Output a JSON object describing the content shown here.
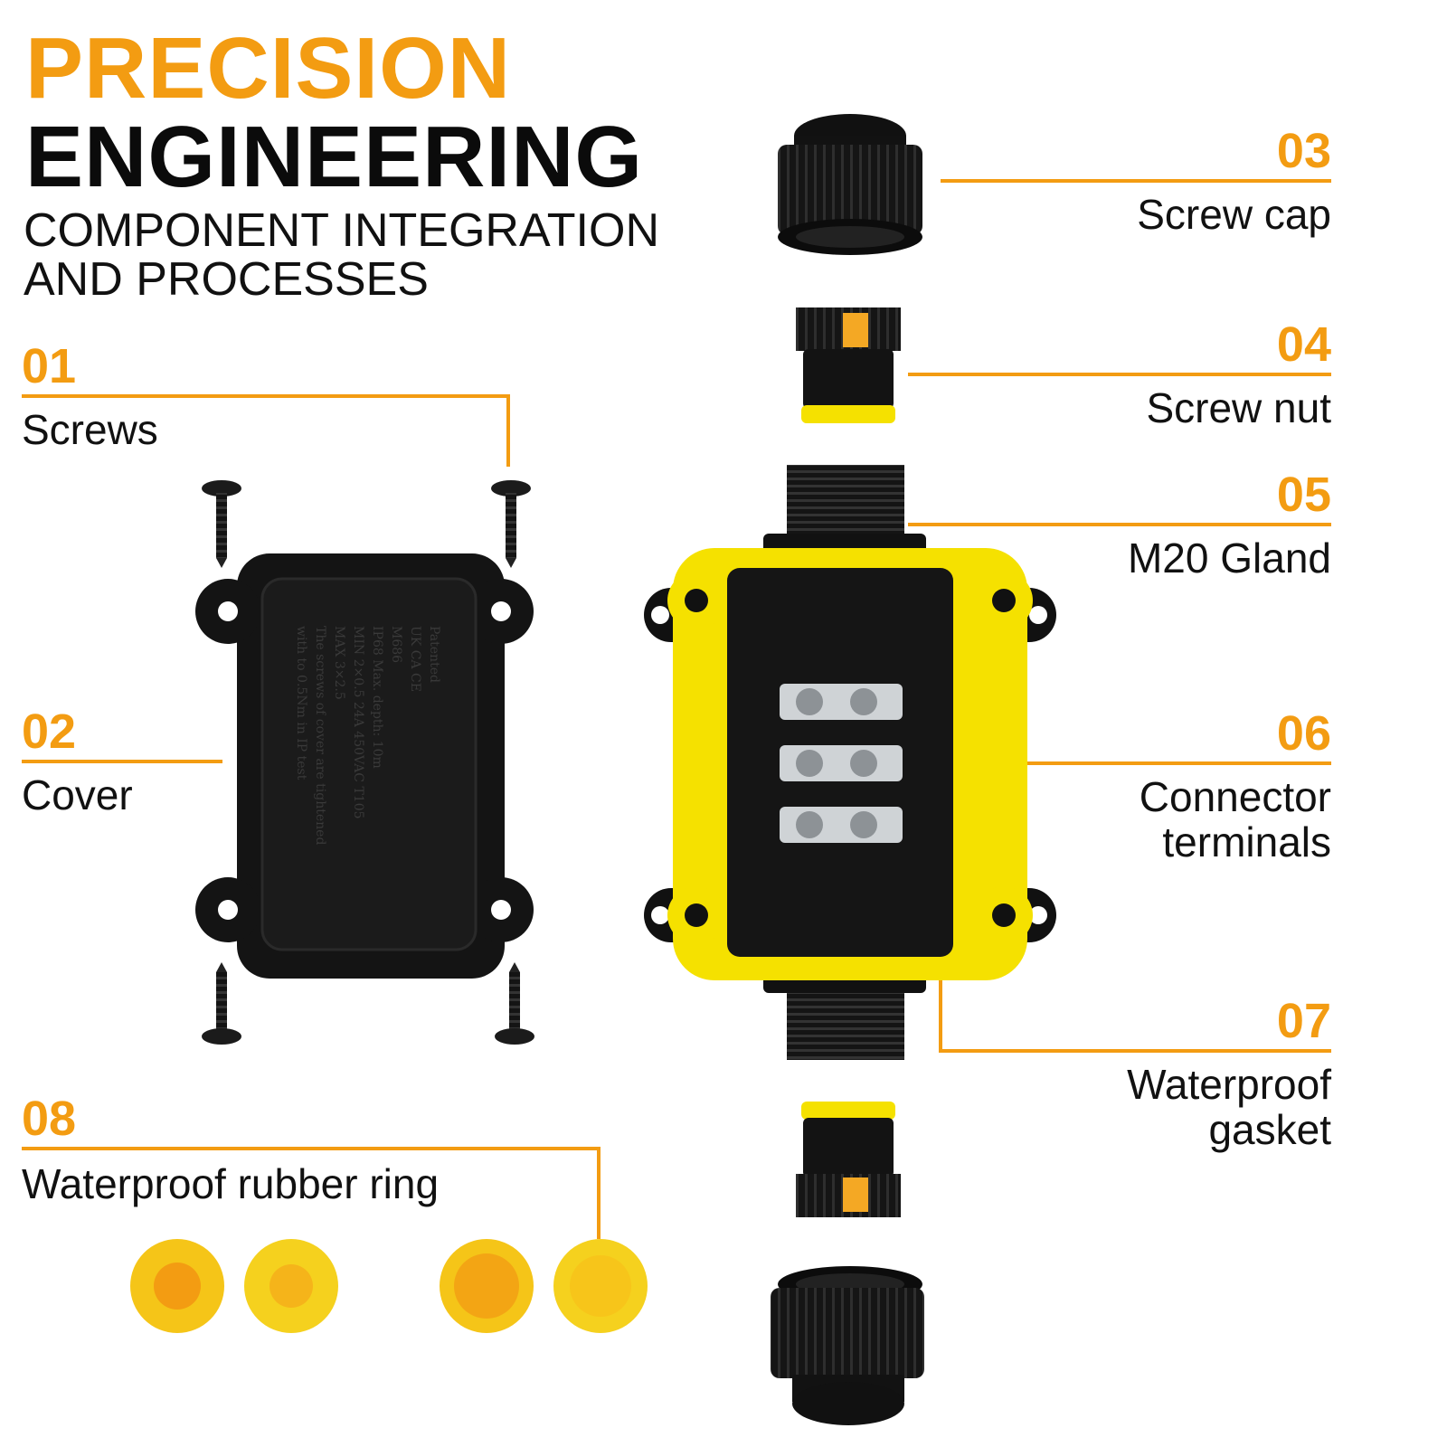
{
  "header": {
    "title_line1": "PRECISION",
    "title_line2": "ENGINEERING",
    "subtitle_line1": "COMPONENT INTEGRATION",
    "subtitle_line2": "AND PROCESSES"
  },
  "callouts": {
    "c01": {
      "num": "01",
      "label": "Screws"
    },
    "c02": {
      "num": "02",
      "label": "Cover"
    },
    "c03": {
      "num": "03",
      "label": "Screw cap"
    },
    "c04": {
      "num": "04",
      "label": "Screw nut"
    },
    "c05": {
      "num": "05",
      "label": "M20 Gland"
    },
    "c06": {
      "num": "06",
      "label_line1": "Connector",
      "label_line2": "terminals"
    },
    "c07": {
      "num": "07",
      "label_line1": "Waterproof",
      "label_line2": "gasket"
    },
    "c08": {
      "num": "08",
      "label": "Waterproof rubber ring"
    }
  },
  "cover_markings": {
    "lines": [
      "Patented",
      "UK CA  CE",
      "M686",
      "IP68  Max. depth: 10m",
      "MIN 2×0.5  24A 450VAC T105",
      "MAX 3×2.5",
      "The screws of cover are tightened",
      "with to 0.5Nm in IP test"
    ]
  },
  "colors": {
    "accent": "#F39C12",
    "yellow": "#F5E100",
    "black": "#111111"
  }
}
